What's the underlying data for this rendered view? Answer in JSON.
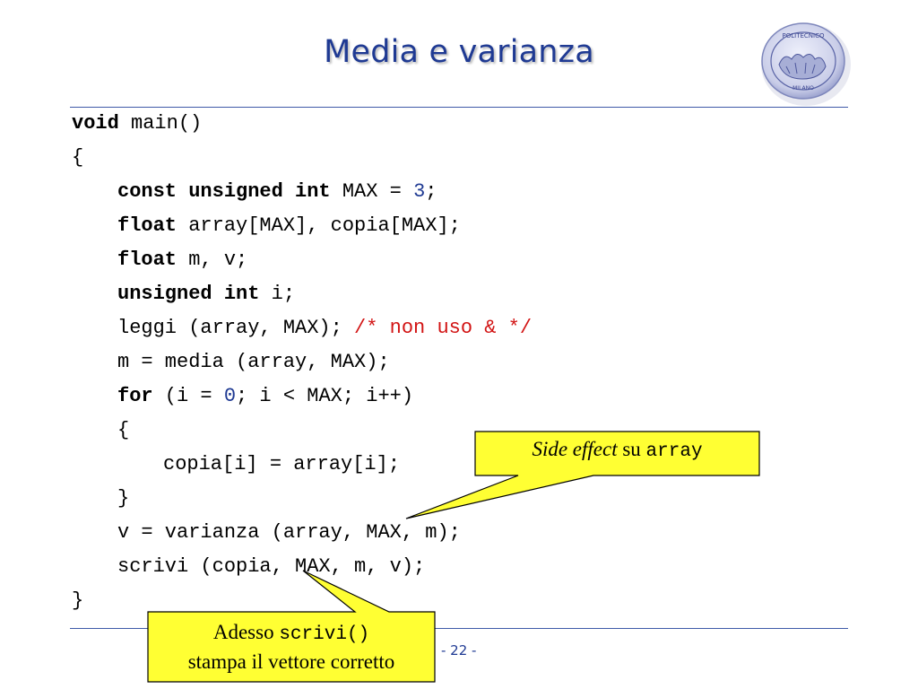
{
  "slide": {
    "title": "Media e varianza",
    "page_number": "- 22 -"
  },
  "logo": {
    "icon": "university-seal-icon",
    "top_text": "POLITECNICO",
    "bottom_text": "MILANO"
  },
  "code": {
    "l1": {
      "kw": "void",
      "rest": " main()"
    },
    "l2": "{",
    "l3": {
      "kw": "const unsigned int",
      "rest": " MAX = ",
      "num": "3",
      "end": ";"
    },
    "l4": {
      "kw": "float",
      "rest": " array[MAX], copia[MAX];"
    },
    "l5": {
      "kw": "float",
      "rest": " m, v;"
    },
    "l6": {
      "kw": "unsigned int",
      "rest": " i;"
    },
    "l7": {
      "text": "leggi (array, MAX); ",
      "comment": "/* non uso & */"
    },
    "l8": "m = media (array, MAX);",
    "l9": {
      "kw": "for",
      "pre": " (i = ",
      "num": "0",
      "post": "; i < MAX; i++)"
    },
    "l10": "{",
    "l11": "copia[i] = array[i];",
    "l12": "}",
    "l13": "v = varianza (array, MAX, m);",
    "l14": "scrivi (copia, MAX, m, v);",
    "l15": "}"
  },
  "callouts": {
    "side_effect": {
      "italic": "Side effect",
      "text": " su ",
      "mono": "array"
    },
    "adesso": {
      "text": "Adesso ",
      "mono": "scrivi()",
      "line2": "stampa il vettore corretto"
    }
  },
  "colors": {
    "title": "#1f3a93",
    "comment": "#d21414",
    "number": "#1f3a93",
    "callout_fill": "#ffff33"
  }
}
